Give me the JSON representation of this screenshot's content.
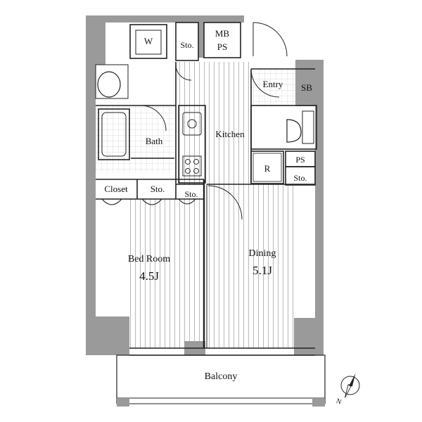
{
  "rooms": {
    "washer": "W",
    "storage_top": "Sto.",
    "mb_line1": "MB",
    "mb_line2": "PS",
    "entry": "Entry",
    "sb": "SB",
    "kitchen": "Kitchen",
    "bath": "Bath",
    "ps": "PS",
    "refrigerator": "R",
    "storage_right": "Sto.",
    "closet": "Closet",
    "storage_bed": "Sto.",
    "storage_mid": "Sto.",
    "bedroom_name": "Bed Room",
    "bedroom_size": "4.5J",
    "dining_name": "Dining",
    "dining_size": "5.1J",
    "balcony": "Balcony"
  },
  "compass": {
    "label": "N",
    "icon": "compass-icon"
  },
  "colors": {
    "wall": "#9a9a9a",
    "line": "#222222",
    "tile": "#d8d8d8"
  }
}
